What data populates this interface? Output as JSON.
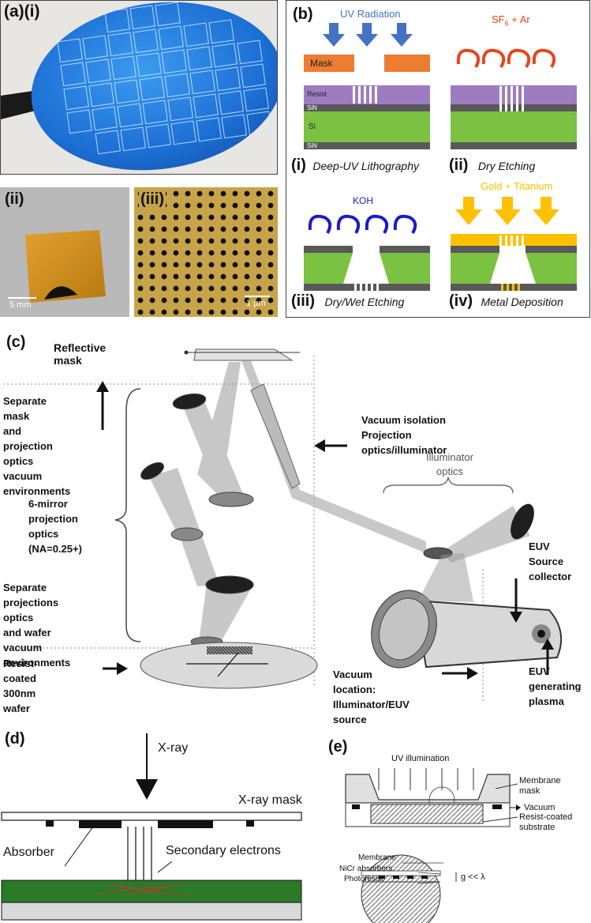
{
  "a": {
    "label": "(a)(i)",
    "sub_ii": "(ii)",
    "sub_iii": "(iii)",
    "scale_ii": "5 mm",
    "scale_iii": "1 μm"
  },
  "b": {
    "label": "(b)",
    "uv": "UV Radiation",
    "mask": "Mask",
    "resist": "Resist",
    "sin": "SiN",
    "si": "Si",
    "gas": "SF",
    "gas_sub": "6",
    "gas_rest": " + Ar",
    "koh": "KOH",
    "metal": "Gold + Titanium",
    "step1_num": "(i)",
    "step1": "Deep-UV Lithography",
    "step2_num": "(ii)",
    "step2": "Dry Etching",
    "step3_num": "(iii)",
    "step3": "Dry/Wet Etching",
    "step4_num": "(iv)",
    "step4": "Metal Deposition"
  },
  "c": {
    "label": "(c)",
    "reflective_mask": "Reflective mask",
    "separate1": [
      "Separate mask",
      "and projection",
      "optics vacuum",
      "environments"
    ],
    "mirror": [
      "6-mirror",
      "projection",
      "optics",
      "(NA=0.25+)"
    ],
    "separate2": [
      "Separate",
      "projections optics",
      "and wafer vacuum",
      "environments"
    ],
    "wafer": [
      "Resist-coated",
      "300nm wafer"
    ],
    "vacuum_iso": [
      "Vacuum isolation",
      "Projection",
      "optics/illuminator"
    ],
    "illum": [
      "Illuminator",
      "optics"
    ],
    "euv_src": [
      "EUV",
      "Source",
      "collector"
    ],
    "euv_gen": [
      "EUV",
      "generating",
      "plasma"
    ],
    "vac_loc": [
      "Vacuum location:",
      "Illuminator/EUV source"
    ]
  },
  "d": {
    "label": "(d)",
    "xray": "X-ray",
    "mask": "X-ray mask",
    "absorber": "Absorber",
    "secondary": "Secondary electrons"
  },
  "e": {
    "label": "(e)",
    "uv": "UV illumination",
    "membrane_mask": [
      "Membrane",
      "mask"
    ],
    "vacuum": "Vacuum",
    "substrate": [
      "Resist-coated",
      "substrate"
    ],
    "membrane": "Membrane",
    "nicr": "NiCr absorbers",
    "photoresist": "Photoresist",
    "gap": "g << λ"
  },
  "colors": {
    "uv_blue": "#4472c4",
    "orange": "#ed7d31",
    "red": "#e8441c",
    "navy": "#1a1acc",
    "gold": "#ffc000",
    "resist": "#9e7cc1",
    "sin": "#595959",
    "si": "#7cc242",
    "wafer": "#1e6fd6"
  }
}
